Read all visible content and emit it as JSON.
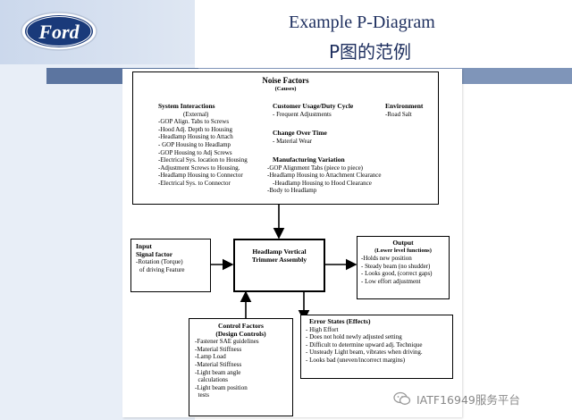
{
  "slide": {
    "title": "Example P-Diagram",
    "subtitle": "P图的范例",
    "logo_text": "Ford",
    "watermark": "IATF16949服务平台"
  },
  "noise": {
    "title": "Noise Factors",
    "subtitle": "(Causes)",
    "system": {
      "heading": "System Interactions",
      "note": "(External)",
      "items": [
        "-GOP Align. Tabs to Screws",
        "-Hood Adj. Depth to Housing",
        "-Headlamp Housing to Attach",
        "- GOP Housing to Headlamp",
        "-GOP Housing to Adj Screws",
        "-Electrical Sys. location to Housing",
        "-Adjustment Screws to Housing.",
        "-Headlamp Housing to Connector",
        "-Electrical Sys. to Connector"
      ]
    },
    "usage": {
      "heading": "Customer Usage/Duty Cycle",
      "items": [
        "- Frequent Adjustments"
      ]
    },
    "environment": {
      "heading": "Environment",
      "items": [
        "-Road Salt"
      ]
    },
    "change": {
      "heading": "Change Over Time",
      "items": [
        "- Material Wear"
      ]
    },
    "manufacturing": {
      "heading": "Manufacturing Variation",
      "items": [
        "-GOP Alignment Tabs (piece to piece)",
        "-Headlamp Housing to Attachment Clearance",
        "-Headlamp Housing to Hood Clearance",
        "-Body to Headlamp"
      ]
    }
  },
  "input": {
    "title1": "Input",
    "title2": "Signal factor",
    "items": [
      "-Rotation (Torque)",
      "of driving Feature"
    ]
  },
  "system_box": {
    "line1": "Headlamp Vertical",
    "line2": "Trimmer Assembly"
  },
  "output": {
    "title": "Output",
    "subtitle": "(Lower level functions)",
    "items": [
      "-Holds new position",
      "- Steady beam (no shudder)",
      "- Looks good, (correct gaps)",
      "- Low effort adjustment"
    ]
  },
  "control": {
    "title1": "Control Factors",
    "title2": "(Design Controls)",
    "items": [
      "-Fastener SAE guidelines",
      "-Material Stiffness",
      "-Lamp Load",
      "-Material Stiffness",
      "-Light beam angle",
      "  calculations",
      "-Light beam position",
      "  tests"
    ]
  },
  "errors": {
    "title": "Error States (Effects)",
    "items": [
      "- High Effort",
      "- Does not hold newly adjusted setting",
      "- Difficult to determine upward adj. Technique",
      "- Unsteady Light beam, vibrates when driving.",
      "- Looks bad (uneven/incorrect margins)"
    ]
  },
  "colors": {
    "title": "#1d2e5e",
    "side_strip": "#e8eef7",
    "deco_bar": "#7f95b9",
    "logo_blue": "#1a3a7a"
  }
}
